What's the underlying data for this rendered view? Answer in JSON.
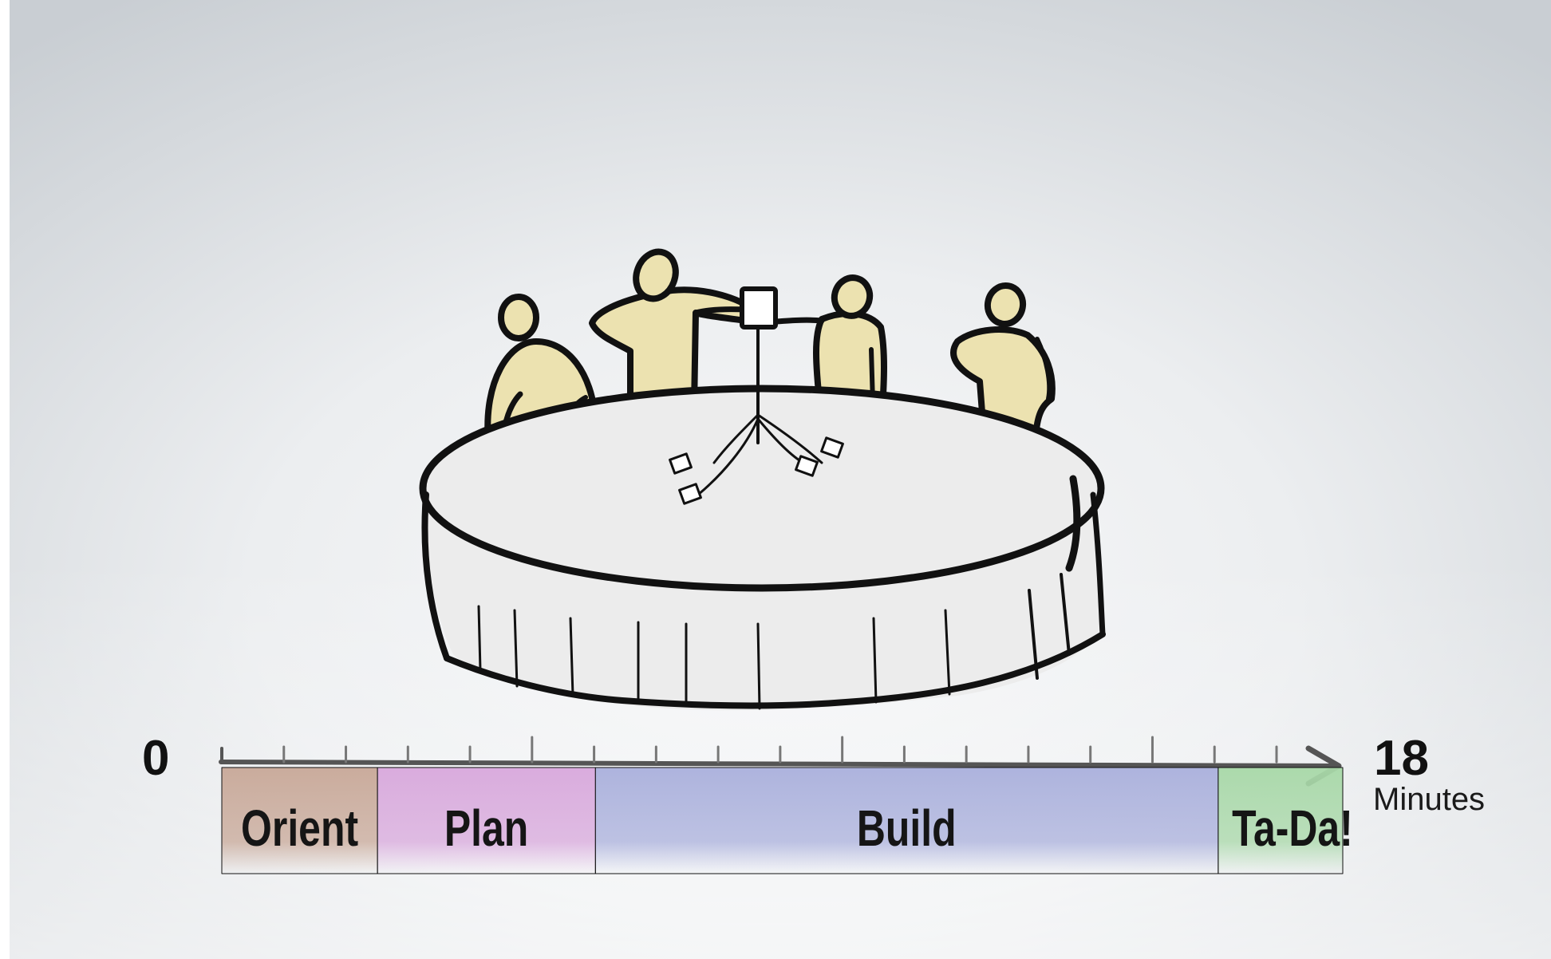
{
  "timeline": {
    "start_label": "0",
    "end_label": "18",
    "unit_label": "Minutes",
    "total_minutes": 18,
    "phases": [
      {
        "label": "Orient",
        "start": 0,
        "end": 2.5,
        "color": "#c8a898"
      },
      {
        "label": "Plan",
        "start": 2.5,
        "end": 6,
        "color": "#d8a8dc"
      },
      {
        "label": "Build",
        "start": 6,
        "end": 16,
        "color": "#aab0dc"
      },
      {
        "label": "Ta-Da!",
        "start": 16,
        "end": 18,
        "color": "#a8d8a8"
      }
    ]
  },
  "colors": {
    "figure_fill": "#ece2b0",
    "table_fill": "#ececec",
    "ink": "#111111"
  }
}
